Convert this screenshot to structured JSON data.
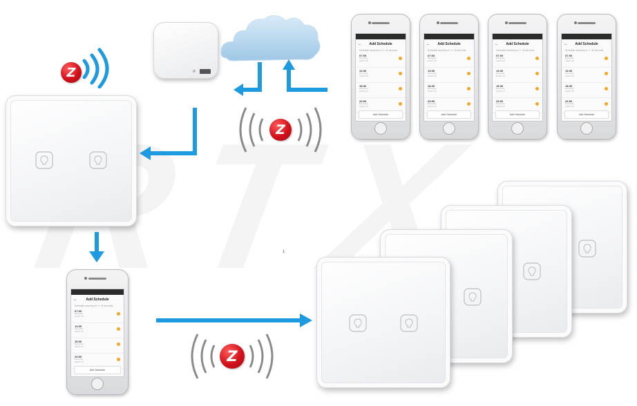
{
  "watermark": {
    "text": "RTX"
  },
  "phone_screen": {
    "title": "Add Schedule",
    "subtitle": "Schedule accuracy is +/- 30 seconds",
    "entries": [
      {
        "time": "07:00",
        "detail1": "Everyday",
        "detail2": "switch off"
      },
      {
        "time": "13:30",
        "detail1": "Everyday",
        "detail2": "switch off"
      },
      {
        "time": "18:30",
        "detail1": "Everyday",
        "detail2": "switch off"
      },
      {
        "time": "23:00",
        "detail1": "Everyday",
        "detail2": "switch off"
      }
    ],
    "add_button": "Add Schedule"
  },
  "small_phones": [
    {},
    {},
    {},
    {}
  ],
  "stray_mark": "1",
  "colors": {
    "arrow": "#1e9ae0",
    "zigbee_red": "#d2111b",
    "wifi_waves": "#1e9ae0",
    "radio_rings": "#8a8a8a"
  },
  "icons": {
    "zigbee": "zigbee-logo-icon",
    "wifi": "wifi-waves-icon",
    "touch": "lightbulb-touch-icon",
    "cloud": "cloud-icon",
    "hub": "gateway-hub-icon"
  }
}
